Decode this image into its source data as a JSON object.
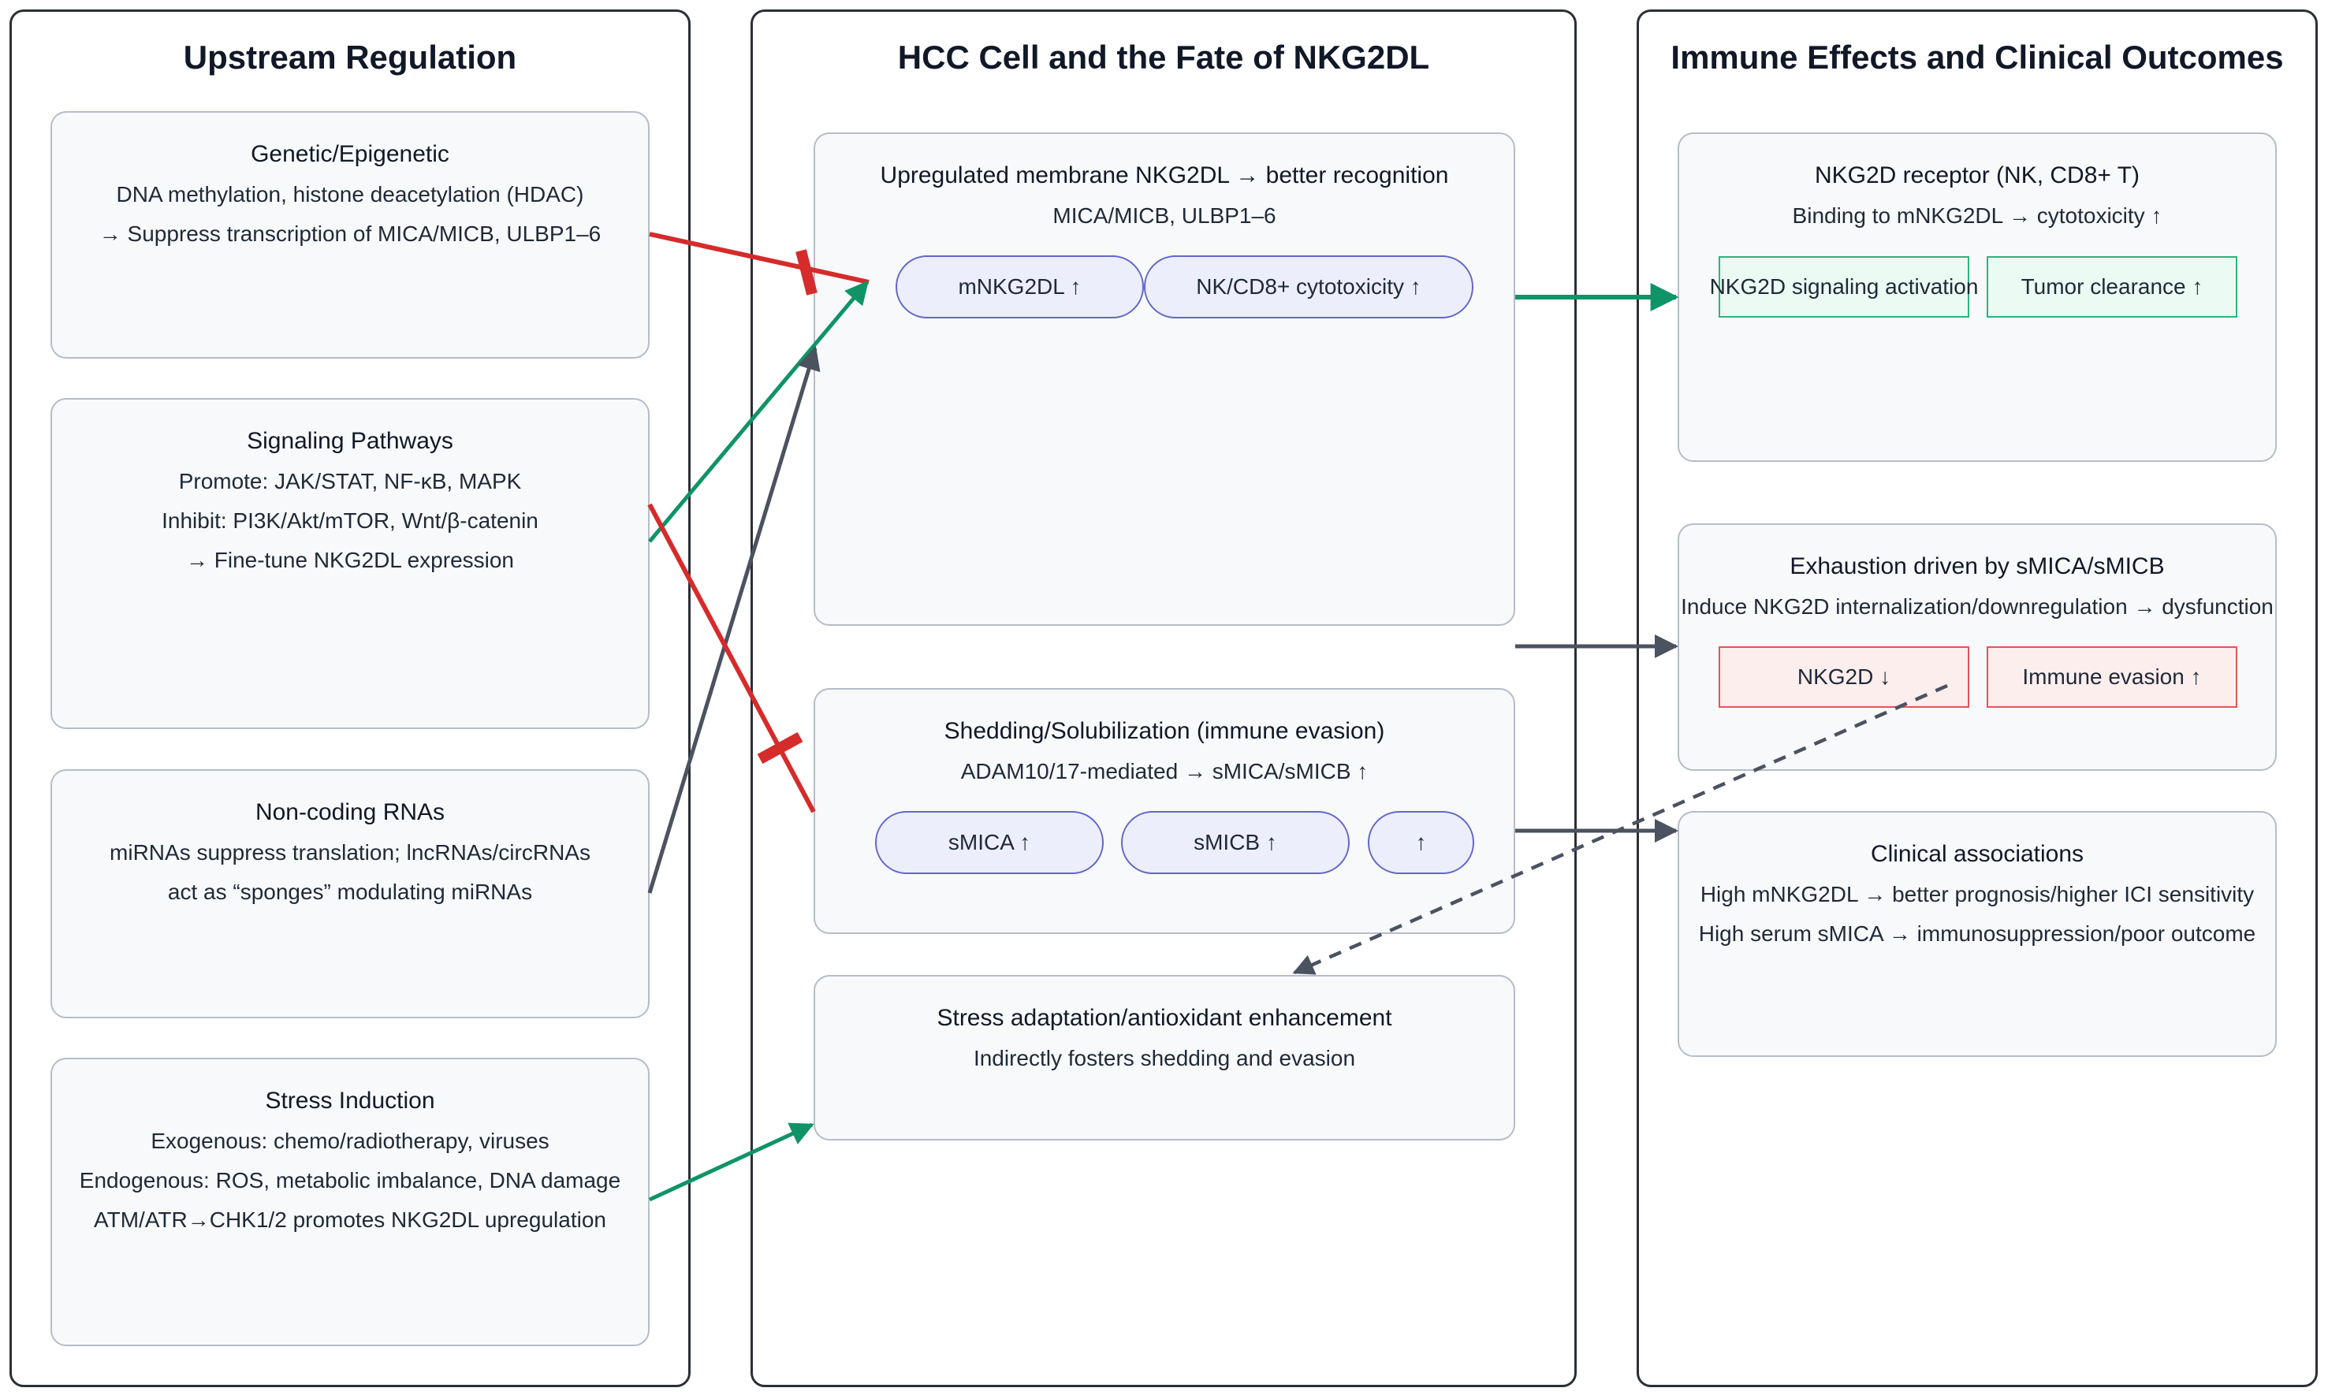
{
  "columns": {
    "upstream": {
      "title": "Upstream Regulation"
    },
    "hcc": {
      "title": "HCC Cell and the Fate of NKG2DL"
    },
    "immune": {
      "title": "Immune Effects and Clinical Outcomes"
    }
  },
  "upstream_boxes": {
    "genetic": {
      "title": "Genetic/Epigenetic",
      "lines": [
        "DNA methylation, histone deacetylation (HDAC)",
        "→ Suppress transcription of MICA/MICB, ULBP1–6"
      ]
    },
    "signaling": {
      "title": "Signaling Pathways",
      "lines": [
        "Promote: JAK/STAT, NF-κB, MAPK",
        "Inhibit: PI3K/Akt/mTOR, Wnt/β-catenin",
        "→ Fine-tune NKG2DL expression"
      ]
    },
    "noncoding": {
      "title": "Non-coding RNAs",
      "lines": [
        "miRNAs suppress translation; lncRNAs/circRNAs",
        "act as “sponges” modulating miRNAs"
      ]
    },
    "stress": {
      "title": "Stress Induction",
      "lines": [
        "Exogenous: chemo/radiotherapy, viruses",
        "Endogenous: ROS, metabolic imbalance, DNA damage",
        "ATM/ATR→CHK1/2 promotes NKG2DL upregulation"
      ]
    }
  },
  "hcc_boxes": {
    "upregulated": {
      "title": "Upregulated membrane NKG2DL → better recognition",
      "subtitle": "MICA/MICB, ULBP1–6",
      "pills": [
        "mNKG2DL ↑",
        "NK/CD8+ cytotoxicity ↑"
      ]
    },
    "shedding": {
      "title": "Shedding/Solubilization (immune evasion)",
      "subtitle": "ADAM10/17-mediated → sMICA/sMICB ↑",
      "pills": [
        "sMICA ↑",
        "sMICB ↑",
        "↑"
      ]
    },
    "stress_adapt": {
      "title": "Stress adaptation/antioxidant enhancement",
      "subtitle": "Indirectly fosters shedding and evasion"
    }
  },
  "immune_boxes": {
    "receptor": {
      "title": "NKG2D receptor (NK, CD8+ T)",
      "subtitle": "Binding to mNKG2DL → cytotoxicity ↑",
      "tags": [
        "NKG2D signaling activation",
        "Tumor clearance ↑"
      ]
    },
    "exhaustion": {
      "title": "Exhaustion driven by sMICA/sMICB",
      "subtitle": "Induce NKG2D internalization/downregulation → dysfunction",
      "tags": [
        "NKG2D ↓",
        "Immune evasion ↑"
      ]
    },
    "clinical": {
      "title": "Clinical associations",
      "lines": [
        "High mNKG2DL → better prognosis/higher ICI sensitivity",
        "High serum sMICA → immunosuppression/poor outcome"
      ]
    }
  },
  "colors": {
    "inhibit": "#d62b2b",
    "promote": "#0e9466",
    "neutral": "#4b5260",
    "pill_border": "#6267c8",
    "tag_green": "#2fb47a",
    "tag_red": "#e0555a"
  },
  "edges": [
    {
      "from": "genetic",
      "to": "upregulated",
      "kind": "inhibit"
    },
    {
      "from": "signaling",
      "to": "upregulated",
      "kind": "promote"
    },
    {
      "from": "signaling",
      "to": "shedding",
      "kind": "inhibit"
    },
    {
      "from": "noncoding",
      "to": "upregulated",
      "kind": "neutral"
    },
    {
      "from": "stress",
      "to": "stress_adapt",
      "kind": "promote"
    },
    {
      "from": "upregulated",
      "to": "receptor",
      "kind": "promote"
    },
    {
      "from": "upregulated",
      "to": "exhaustion",
      "kind": "neutral"
    },
    {
      "from": "shedding",
      "to": "clinical",
      "kind": "neutral"
    },
    {
      "from": "exhaustion",
      "to": "stress_adapt",
      "kind": "dashed"
    }
  ]
}
